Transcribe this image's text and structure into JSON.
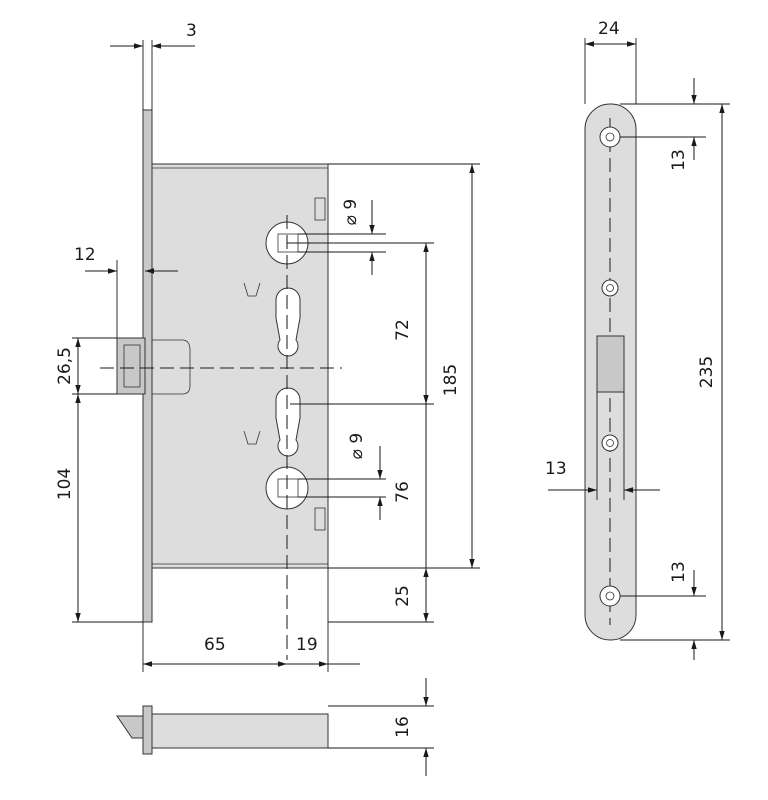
{
  "dimensions": {
    "faceplate_thickness": "3",
    "bolt_projection": "12",
    "latch_height": "26,5",
    "latch_to_bottom": "104",
    "backset": "65",
    "lower_offset": "19",
    "spindle_square_top": "⌀ 9",
    "spindle_square_bottom": "⌀ 9",
    "handle_to_cylinder": "72",
    "case_height": "185",
    "cylinder_to_spindle": "76",
    "case_to_plate_bottom": "25",
    "plate_width": "24",
    "plate_screw_top": "13",
    "plate_height": "235",
    "plate_bolt": "13",
    "plate_screw_bottom": "13",
    "bottom_thickness": "16"
  }
}
